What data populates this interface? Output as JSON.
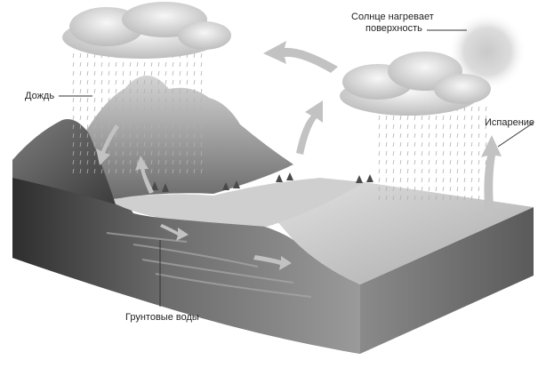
{
  "diagram": {
    "labels": {
      "sun_line1": "Солнце нагревает",
      "sun_line2": "поверхность",
      "rain": "Дождь",
      "evaporation": "Испарение",
      "groundwater": "Грунтовые воды"
    },
    "colors": {
      "background": "#ffffff",
      "land_dark": "#3a3a3a",
      "land_mid": "#7a7a7a",
      "water": "#bdbdbd",
      "cloud": "#e6e6e6",
      "arrow": "#c2c2c2"
    }
  }
}
